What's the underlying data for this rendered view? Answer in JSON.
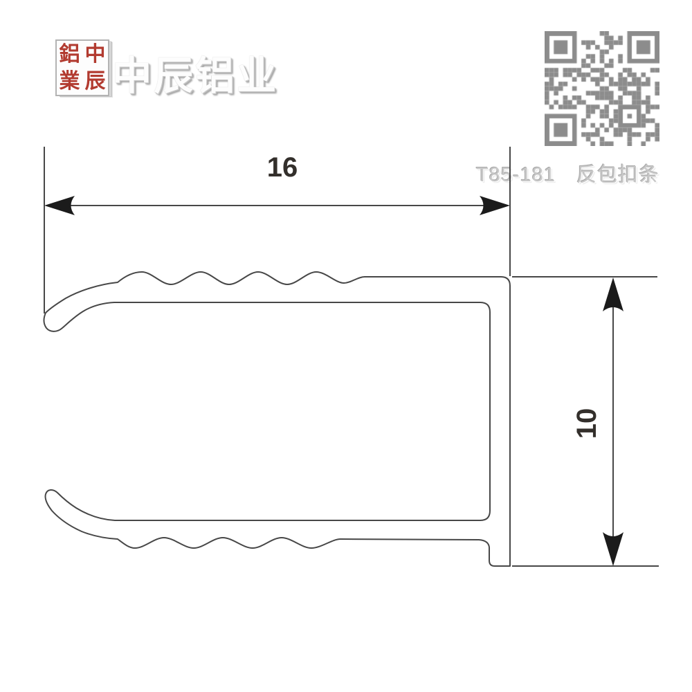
{
  "header": {
    "seal": {
      "chars": [
        "鋁",
        "中",
        "業",
        "辰"
      ],
      "color": "#b23b30"
    },
    "company_title": "中辰铝业"
  },
  "qr_code": {
    "icon": "qr-code",
    "color": "#8c8c8c"
  },
  "product": {
    "code": "T85-181",
    "name": "反包扣条"
  },
  "drawing": {
    "width_dim": {
      "label": "16"
    },
    "height_dim": {
      "label": "10"
    }
  },
  "colors": {
    "line": "#474747",
    "arrow": "#1b1b1b",
    "dim_text": "#332f2b",
    "emboss_text": "#c8c8c8"
  }
}
